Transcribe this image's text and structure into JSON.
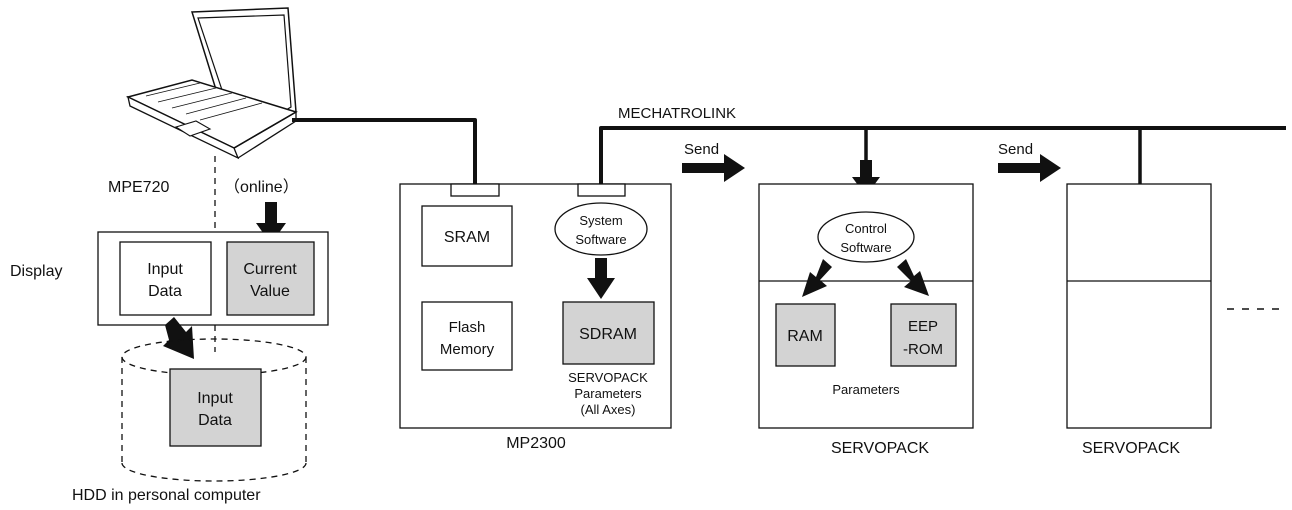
{
  "computer": {
    "software_label": "MPE720",
    "online_label": "（online）",
    "display_label": "Display",
    "input_data_line1": "Input",
    "input_data_line2": "Data",
    "current_value_line1": "Current",
    "current_value_line2": "Value",
    "hdd_input_line1": "Input",
    "hdd_input_line2": "Data",
    "hdd_caption": "HDD in personal computer"
  },
  "network": {
    "label": "MECHATROLINK",
    "send_label_1": "Send",
    "send_label_2": "Send"
  },
  "controller": {
    "sram": "SRAM",
    "flash_line1": "Flash",
    "flash_line2": "Memory",
    "system_sw_line1": "System",
    "system_sw_line2": "Software",
    "sdram": "SDRAM",
    "params_line1": "SERVOPACK",
    "params_line2": "Parameters",
    "params_line3": "(All Axes)",
    "caption": "MP2300"
  },
  "servopack1": {
    "control_sw_line1": "Control",
    "control_sw_line2": "Software",
    "ram": "RAM",
    "eeprom_line1": "EEP",
    "eeprom_line2": "-ROM",
    "params_label": "Parameters",
    "caption": "SERVOPACK"
  },
  "servopack2": {
    "caption": "SERVOPACK"
  },
  "colors": {
    "memory_fill": "#d3d3d3",
    "line": "#111111"
  }
}
